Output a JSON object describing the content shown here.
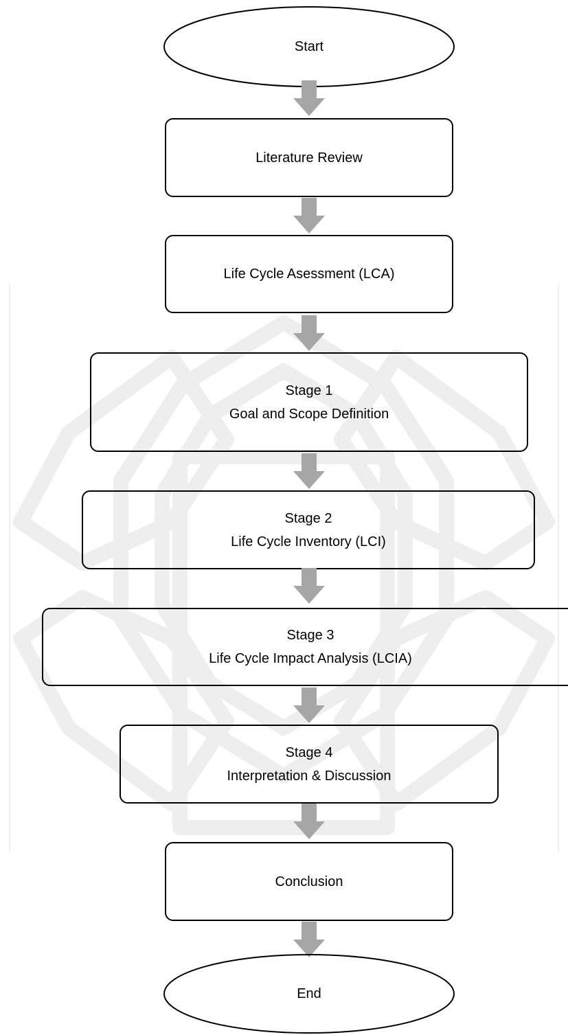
{
  "flowchart": {
    "start": "Start",
    "literature_review": "Literature Review",
    "lca": "Life Cycle Asessment (LCA)",
    "stage1": {
      "title": "Stage 1",
      "subtitle": "Goal and Scope Definition"
    },
    "stage2": {
      "title": "Stage 2",
      "subtitle": "Life Cycle Inventory (LCI)"
    },
    "stage3": {
      "title": "Stage 3",
      "subtitle": "Life Cycle Impact Analysis (LCIA)"
    },
    "stage4": {
      "title": "Stage 4",
      "subtitle": "Interpretation & Discussion"
    },
    "conclusion": "Conclusion",
    "end": "End"
  },
  "colors": {
    "arrow": "#a6a6a6",
    "watermark": "#eeeeee",
    "outline": "#000000"
  }
}
